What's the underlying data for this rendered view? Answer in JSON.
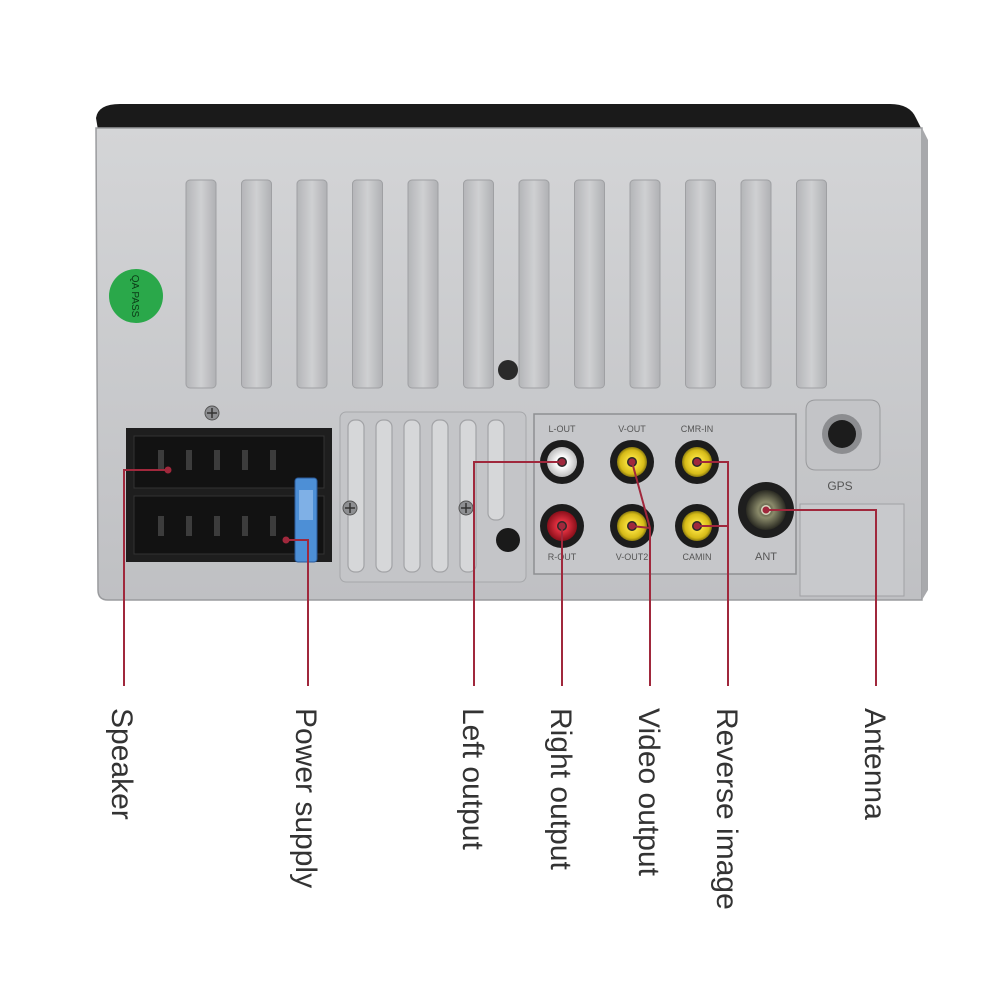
{
  "product": {
    "qa_sticker": "QA PASS",
    "jack_labels": {
      "l_out": "L-OUT",
      "v_out": "V-OUT",
      "cmr_in": "CMR-IN",
      "r_out": "R-OUT",
      "v_out2": "V-OUT2",
      "camin": "CAMIN",
      "ant": "ANT",
      "gps": "GPS"
    }
  },
  "callouts": [
    {
      "id": "speaker",
      "label": "Speaker"
    },
    {
      "id": "power",
      "label": "Power supply"
    },
    {
      "id": "left",
      "label": "Left output"
    },
    {
      "id": "right",
      "label": "Right output"
    },
    {
      "id": "video",
      "label": "Video output"
    },
    {
      "id": "reverse",
      "label": "Reverse image"
    },
    {
      "id": "antenna",
      "label": "Antenna"
    }
  ],
  "colors": {
    "leader_line": "#a0283c",
    "housing": "#c9cacc",
    "housing_edge": "#2a2a2a",
    "connector": "#1e1e1e",
    "rca_white": "#f2f2f2",
    "rca_yellow": "#e8cf2c",
    "rca_red": "#c8182a",
    "fuse_blue": "#4d8fd6",
    "qa_green": "#2aa84a"
  }
}
